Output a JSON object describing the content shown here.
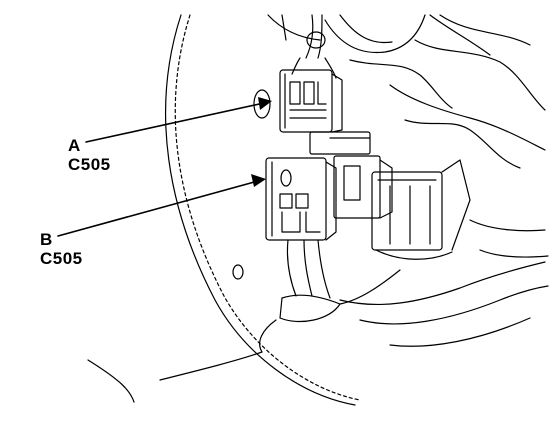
{
  "figure": {
    "callouts": [
      {
        "letter": "A",
        "connector": "C505"
      },
      {
        "letter": "B",
        "connector": "C505"
      }
    ]
  }
}
